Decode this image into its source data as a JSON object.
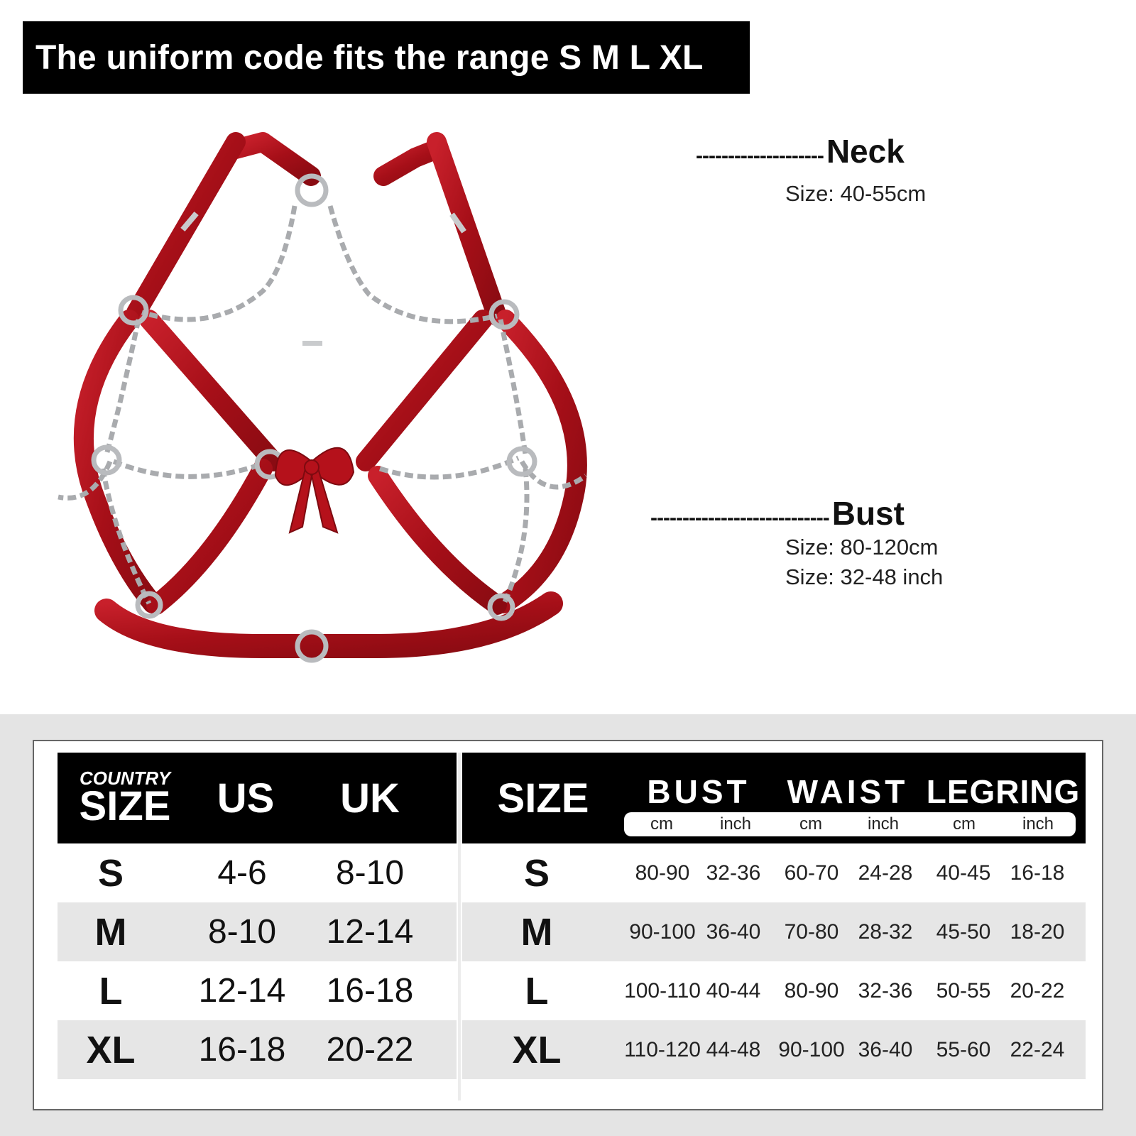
{
  "banner": {
    "text": "The uniform code fits the range S M L XL"
  },
  "callouts": {
    "neck": {
      "dashes": "--------------------",
      "title": "Neck",
      "lines": [
        "Size: 40-55cm"
      ]
    },
    "bust": {
      "dashes": "----------------------------",
      "title": "Bust",
      "lines": [
        "Size: 80-120cm",
        "Size: 32-48 inch"
      ]
    }
  },
  "size_table": {
    "left": {
      "headers": {
        "country_small": "COUNTRY",
        "country_big": "SIZE",
        "us": "US",
        "uk": "UK"
      },
      "rows": [
        {
          "size": "S",
          "us": "4-6",
          "uk": "8-10"
        },
        {
          "size": "M",
          "us": "8-10",
          "uk": "12-14"
        },
        {
          "size": "L",
          "us": "12-14",
          "uk": "16-18"
        },
        {
          "size": "XL",
          "us": "16-18",
          "uk": "20-22"
        }
      ]
    },
    "right": {
      "headers": {
        "size": "SIZE",
        "bust": "BUST",
        "waist": "WAIST",
        "legring": "LEGRING"
      },
      "units": [
        "cm",
        "inch",
        "cm",
        "inch",
        "cm",
        "inch"
      ],
      "rows": [
        {
          "size": "S",
          "values": [
            "80-90",
            "32-36",
            "60-70",
            "24-28",
            "40-45",
            "16-18"
          ]
        },
        {
          "size": "M",
          "values": [
            "90-100",
            "36-40",
            "70-80",
            "28-32",
            "45-50",
            "18-20"
          ]
        },
        {
          "size": "L",
          "values": [
            "100-110",
            "40-44",
            "80-90",
            "32-36",
            "50-55",
            "20-22"
          ]
        },
        {
          "size": "XL",
          "values": [
            "110-120",
            "44-48",
            "90-100",
            "36-40",
            "55-60",
            "22-24"
          ]
        }
      ]
    }
  },
  "colors": {
    "strap": "#b3121c",
    "strap_dark": "#7d0a10",
    "chain": "#a9abae",
    "header_bg": "#000000",
    "alt_row": "#e6e6e6"
  }
}
